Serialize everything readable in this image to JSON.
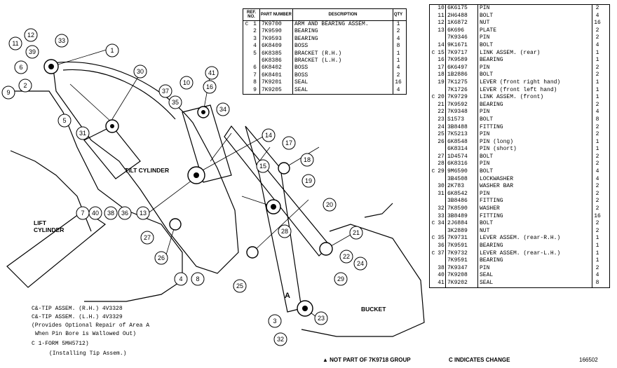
{
  "left_table": {
    "headers": {
      "ref": "REF. NO.",
      "part": "PART NUMBER",
      "desc": "DESCRIPTION",
      "qty": "QTY"
    },
    "rows": [
      {
        "mark": "C",
        "ref": "1",
        "part": "7K9700",
        "desc": "ARM AND BEARING ASSEM.",
        "qty": "1"
      },
      {
        "mark": "",
        "ref": "2",
        "part": "7K9590",
        "desc": "BEARING",
        "qty": "2"
      },
      {
        "mark": "",
        "ref": "3",
        "part": "7K9593",
        "desc": "BEARING",
        "qty": "4"
      },
      {
        "mark": "",
        "ref": "4",
        "part": "6K8409",
        "desc": "BOSS",
        "qty": "8"
      },
      {
        "mark": "",
        "ref": "5",
        "part": "6K8385",
        "desc": "BRACKET (R.H.)",
        "qty": "1"
      },
      {
        "mark": "",
        "ref": "",
        "part": "6K8386",
        "desc": "BRACKET (L.H.)",
        "qty": "1"
      },
      {
        "mark": "",
        "ref": "6",
        "part": "6K8402",
        "desc": "BOSS",
        "qty": "4"
      },
      {
        "mark": "",
        "ref": "7",
        "part": "6K8401",
        "desc": "BOSS",
        "qty": "2"
      },
      {
        "mark": "",
        "ref": "8",
        "part": "7K9201",
        "desc": "SEAL",
        "qty": "16"
      },
      {
        "mark": "",
        "ref": "9",
        "part": "7K9205",
        "desc": "SEAL",
        "qty": "4"
      }
    ]
  },
  "right_table": {
    "rows": [
      {
        "mark": "",
        "ref": "10",
        "part": "6K6175",
        "desc": "PIN",
        "qty": "2"
      },
      {
        "mark": "",
        "ref": "11",
        "part": "2H6488",
        "desc": "BOLT",
        "qty": "4"
      },
      {
        "mark": "",
        "ref": "12",
        "part": "1K6872",
        "desc": "NUT",
        "qty": "16"
      },
      {
        "mark": "",
        "ref": "13",
        "part": "6K696",
        "desc": "PLATE",
        "qty": "2"
      },
      {
        "mark": "",
        "ref": "",
        "part": "7K9346",
        "desc": "PIN",
        "qty": "2"
      },
      {
        "mark": "",
        "ref": "14",
        "part": "9K1671",
        "desc": "BOLT",
        "qty": "4"
      },
      {
        "mark": "C",
        "ref": "15",
        "part": "7K9717",
        "desc": "LINK ASSEM. (rear)",
        "qty": "1"
      },
      {
        "mark": "",
        "ref": "16",
        "part": "7K9589",
        "desc": "BEARING",
        "qty": "1"
      },
      {
        "mark": "",
        "ref": "17",
        "part": "6K6497",
        "desc": "PIN",
        "qty": "2"
      },
      {
        "mark": "",
        "ref": "18",
        "part": "1B2886",
        "desc": "BOLT",
        "qty": "2"
      },
      {
        "mark": "",
        "ref": "19",
        "part": "7K1275",
        "desc": "LEVER (front right hand)",
        "qty": "1"
      },
      {
        "mark": "",
        "ref": "",
        "part": "7K1726",
        "desc": "LEVER (front left hand)",
        "qty": "1"
      },
      {
        "mark": "C",
        "ref": "20",
        "part": "7K9729",
        "desc": "LINK ASSEM. (front)",
        "qty": "1"
      },
      {
        "mark": "",
        "ref": "21",
        "part": "7K9592",
        "desc": "BEARING",
        "qty": "2"
      },
      {
        "mark": "",
        "ref": "22",
        "part": "7K9348",
        "desc": "PIN",
        "qty": "4"
      },
      {
        "mark": "",
        "ref": "23",
        "part": "S1573",
        "desc": "BOLT",
        "qty": "8"
      },
      {
        "mark": "",
        "ref": "24",
        "part": "3B8488",
        "desc": "FITTING",
        "qty": "2"
      },
      {
        "mark": "",
        "ref": "25",
        "part": "7K5213",
        "desc": "PIN",
        "qty": "2"
      },
      {
        "mark": "",
        "ref": "26",
        "part": "6K8548",
        "desc": "PIN (long)",
        "qty": "1"
      },
      {
        "mark": "",
        "ref": "",
        "part": "6K8314",
        "desc": "PIN (short)",
        "qty": "1"
      },
      {
        "mark": "",
        "ref": "27",
        "part": "1D4574",
        "desc": "BOLT",
        "qty": "2"
      },
      {
        "mark": "",
        "ref": "28",
        "part": "6K8316",
        "desc": "PIN",
        "qty": "2"
      },
      {
        "mark": "C",
        "ref": "29",
        "part": "9M6590",
        "desc": "BOLT",
        "qty": "4"
      },
      {
        "mark": "",
        "ref": "",
        "part": "3B4508",
        "desc": "LOCKWASHER",
        "qty": "4"
      },
      {
        "mark": "",
        "ref": "30",
        "part": "2K783",
        "desc": "WASHER BAR",
        "qty": "2"
      },
      {
        "mark": "",
        "ref": "31",
        "part": "6K8542",
        "desc": "PIN",
        "qty": "2"
      },
      {
        "mark": "",
        "ref": "",
        "part": "3B8486",
        "desc": "FITTING",
        "qty": "2"
      },
      {
        "mark": "",
        "ref": "32",
        "part": "7K8590",
        "desc": "WASHER",
        "qty": "2"
      },
      {
        "mark": "",
        "ref": "33",
        "part": "3B8489",
        "desc": "FITTING",
        "qty": "16"
      },
      {
        "mark": "C",
        "ref": "34",
        "part": "2J6884",
        "desc": "BOLT",
        "qty": "2"
      },
      {
        "mark": "",
        "ref": "",
        "part": "3K2889",
        "desc": "NUT",
        "qty": "2"
      },
      {
        "mark": "C",
        "ref": "35",
        "part": "7K9731",
        "desc": "LEVER ASSEM. (rear-R.H.)",
        "qty": "1"
      },
      {
        "mark": "",
        "ref": "36",
        "part": "7K9591",
        "desc": "BEARING",
        "qty": "1"
      },
      {
        "mark": "C",
        "ref": "37",
        "part": "7K9732",
        "desc": "LEVER ASSEM. (rear-L.H.)",
        "qty": "1"
      },
      {
        "mark": "",
        "ref": "",
        "part": "7K9591",
        "desc": "BEARING",
        "qty": "1"
      },
      {
        "mark": "",
        "ref": "38",
        "part": "7K9347",
        "desc": "PIN",
        "qty": "2"
      },
      {
        "mark": "",
        "ref": "40",
        "part": "7K9208",
        "desc": "SEAL",
        "qty": "4"
      },
      {
        "mark": "",
        "ref": "41",
        "part": "7K9202",
        "desc": "SEAL",
        "qty": "8"
      }
    ]
  },
  "drawing_labels": {
    "tilt_cylinder": "TILT CYLINDER",
    "lift_cylinder": "LIFT CYLINDER",
    "bucket": "BUCKET",
    "area_a": "A"
  },
  "callouts": [
    "1",
    "2",
    "3",
    "4",
    "5",
    "6",
    "7",
    "8",
    "9",
    "10",
    "11",
    "12",
    "13",
    "14",
    "15",
    "16",
    "17",
    "18",
    "19",
    "20",
    "21",
    "22",
    "23",
    "24",
    "25",
    "26",
    "27",
    "28",
    "29",
    "30",
    "31",
    "32",
    "33",
    "34",
    "35",
    "36",
    "37",
    "38",
    "39",
    "40",
    "41"
  ],
  "notes": {
    "line1": "C&-TIP ASSEM. (R.H.) 4V3328",
    "line2": "C&-TIP ASSEM. (L.H.) 4V3329",
    "line3": "(Provides Optional Repair of Area A",
    "line4": "When Pin Bore is Wallowed Out)",
    "line5": "C 1-FORM 5MH5712)",
    "line6": "(Installing Tip Assem.)"
  },
  "footer": {
    "not_part": "▲ NOT PART OF 7K9718 GROUP",
    "c_indicates": "C INDICATES CHANGE",
    "fig_number": "166502"
  }
}
